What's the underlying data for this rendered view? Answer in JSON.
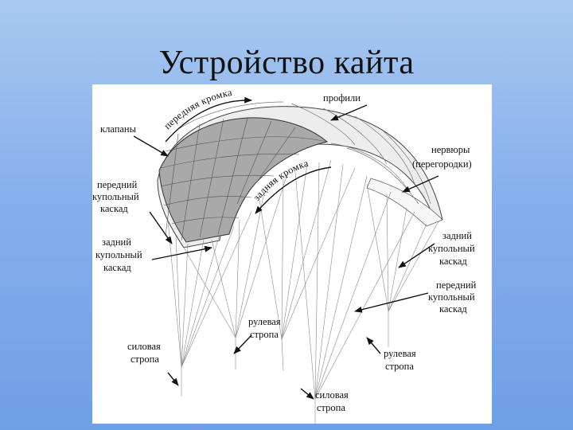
{
  "slide": {
    "title": "Устройство кайта"
  },
  "diagram": {
    "labels": {
      "leading_edge": "передняя кромка",
      "trailing_edge": "задняя кромка",
      "valves": "клапаны",
      "profiles": "профили",
      "ribs_1": "нервюры",
      "ribs_2": "(перегородки)",
      "front_cascade_left_1": "передний",
      "front_cascade_left_2": "купольный",
      "front_cascade_left_3": "каскад",
      "rear_cascade_left_1": "задний",
      "rear_cascade_left_2": "купольный",
      "rear_cascade_left_3": "каскад",
      "rear_cascade_right_1": "задний",
      "rear_cascade_right_2": "купольный",
      "rear_cascade_right_3": "каскад",
      "front_cascade_right_1": "передний",
      "front_cascade_right_2": "купольный",
      "front_cascade_right_3": "каскад",
      "steering_line_center_1": "рулевая",
      "steering_line_center_2": "стропа",
      "power_line_left_1": "силовая",
      "power_line_left_2": "стропа",
      "steering_line_right_1": "рулевая",
      "steering_line_right_2": "стропа",
      "power_line_bottom_1": "силовая",
      "power_line_bottom_2": "стропа"
    }
  }
}
